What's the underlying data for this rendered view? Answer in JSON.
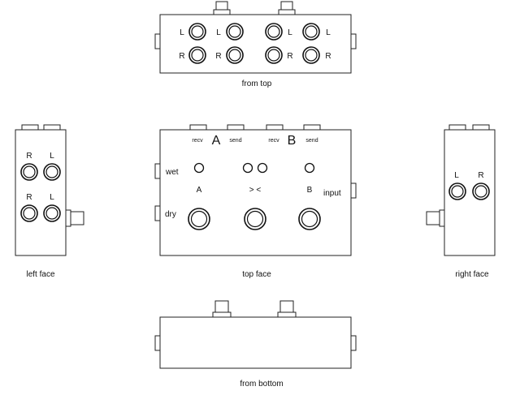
{
  "views": {
    "top_caption": "from top",
    "left_caption": "left face",
    "face_caption": "top face",
    "right_caption": "right face",
    "bottom_caption": "from bottom"
  },
  "jack_labels": {
    "L": "L",
    "R": "R"
  },
  "top_face": {
    "recv_a": "recv",
    "letter_a": "A",
    "send_a": "send",
    "recv_b": "recv",
    "letter_b": "B",
    "send_b": "send",
    "wet": "wet",
    "dry": "dry",
    "input": "input",
    "switch_a": "A",
    "switch_mid": "> <",
    "switch_b": "B"
  }
}
